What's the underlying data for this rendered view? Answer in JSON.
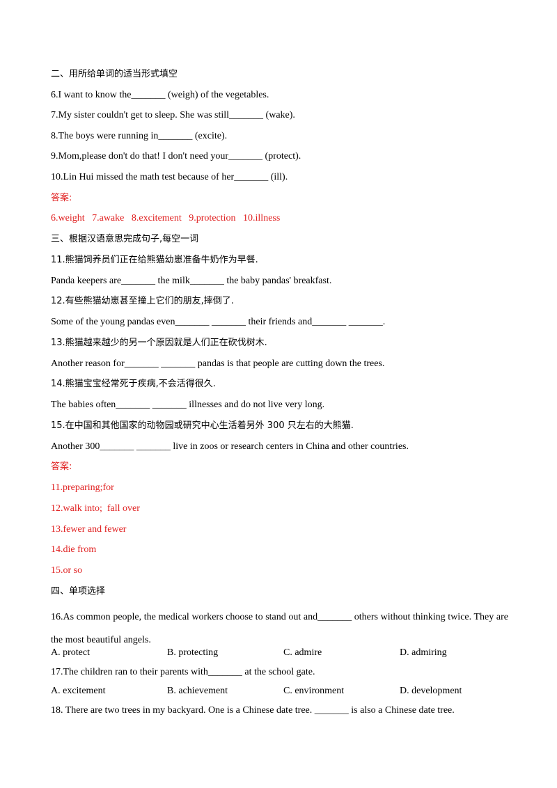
{
  "section2": {
    "heading": "二、用所给单词的适当形式填空",
    "items": [
      "6.I want to know the_______ (weigh) of the vegetables.",
      "7.My sister couldn't get to sleep. She was still_______ (wake).",
      "8.The boys were running in_______ (excite).",
      "9.Mom,please don't do that! I don't need your_______ (protect).",
      "10.Lin Hui missed the math test because of her_______ (ill)."
    ],
    "answer_label": "答案:",
    "answers": "6.weight   7.awake   8.excitement   9.protection   10.illness"
  },
  "section3": {
    "heading": "三、根据汉语意思完成句子,每空一词",
    "items": [
      {
        "cn": "11.熊猫饲养员们正在给熊猫幼崽准备牛奶作为早餐.",
        "en": "Panda keepers are_______ the milk_______ the baby pandas' breakfast."
      },
      {
        "cn": "12.有些熊猫幼崽甚至撞上它们的朋友,摔倒了.",
        "en": "Some of the young pandas even_______ _______ their friends and_______ _______."
      },
      {
        "cn": "13.熊猫越来越少的另一个原因就是人们正在砍伐树木.",
        "en": "Another reason for_______ _______ pandas is that people are cutting down the trees."
      },
      {
        "cn": "14.熊猫宝宝经常死于疾病,不会活得很久.",
        "en": "The babies often_______ _______ illnesses and do not live very long."
      },
      {
        "cn": "15.在中国和其他国家的动物园或研究中心生活着另外 300 只左右的大熊猫.",
        "en": "Another 300_______ _______ live in zoos or research centers in China and other countries."
      }
    ],
    "answer_label": "答案:",
    "answers": [
      "11.preparing;for",
      "12.walk into;  fall over",
      "13.fewer and fewer",
      "14.die from",
      "15.or so"
    ]
  },
  "section4": {
    "heading": "四、单项选择",
    "q16": {
      "text": "16.As common people, the medical workers choose to stand out and_______ others without thinking twice. They are the most beautiful angels.",
      "options": [
        "A. protect",
        "B. protecting",
        "C. admire",
        "D. admiring"
      ]
    },
    "q17": {
      "text": "17.The children ran to their parents with_______ at the school gate.",
      "options": [
        "A. excitement",
        "B. achievement",
        "C. environment",
        "D. development"
      ]
    },
    "q18": {
      "text": "18. There are two trees in my backyard. One is a Chinese date tree. _______ is also a Chinese date tree."
    }
  }
}
